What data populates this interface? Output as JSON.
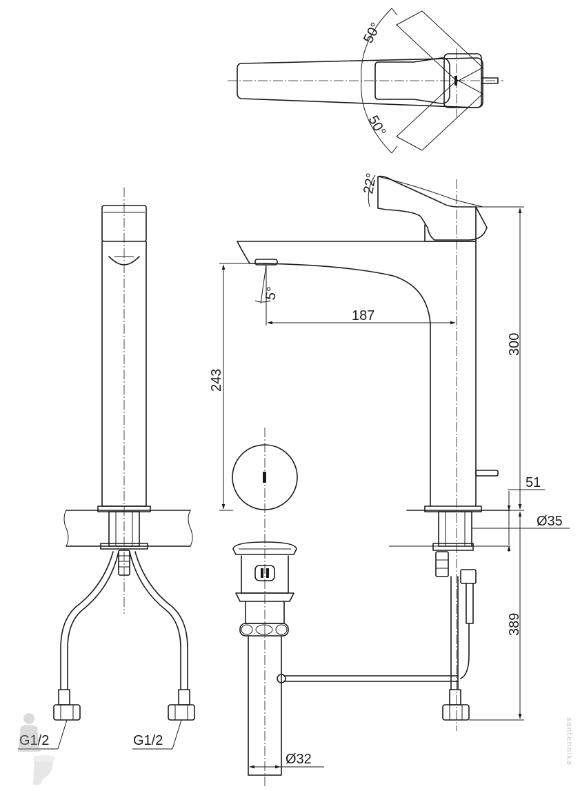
{
  "dimensions": {
    "top_angle_upper": "50°",
    "top_angle_lower": "50°",
    "lever_angle": "22°",
    "spout_angle": "5°",
    "spout_reach": "187",
    "spout_height": "243",
    "total_height": "300",
    "deck_thickness": "51",
    "hole_diameter": "Ø35",
    "hose_length": "389",
    "waste_diameter": "Ø32",
    "inlet_left": "G1/2",
    "inlet_right": "G1/2"
  },
  "watermark": "santehnika"
}
